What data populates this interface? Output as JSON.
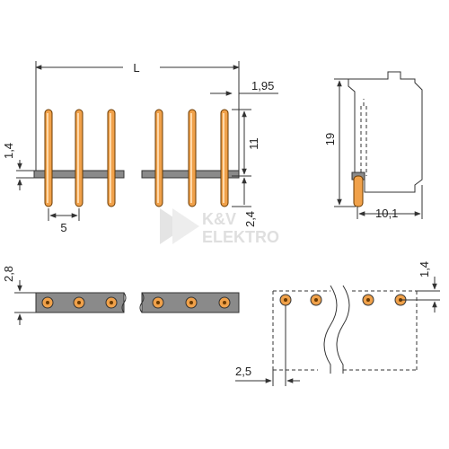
{
  "dimensions": {
    "length": "L",
    "offset_top": "1,95",
    "pin_upper": "11",
    "pin_lower": "2,4",
    "height": "19",
    "depth": "10,1",
    "shoulder": "1,4",
    "pitch": "5",
    "row_height": "2,8",
    "hole_offset": "1,4",
    "edge_offset": "2,5"
  },
  "watermark": {
    "line1": "K&V",
    "line2": "ELEKTRO"
  },
  "colors": {
    "pin": "#f0a14a",
    "housing": "#8a8a8a",
    "line": "#333333"
  }
}
